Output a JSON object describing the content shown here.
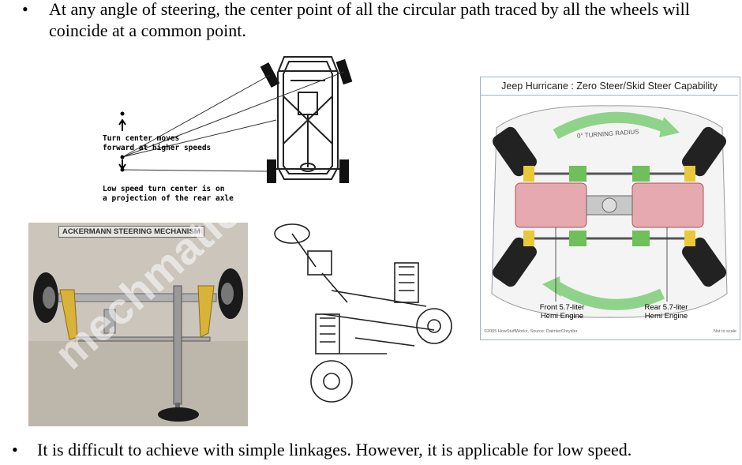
{
  "bullets": {
    "top": {
      "symbol": "•",
      "text": "At any angle of steering, the center point of all the circular path traced by all the wheels will coincide at a common point."
    },
    "bottom": {
      "symbol": "•",
      "text": "It is difficult to achieve with simple linkages. However, it is applicable for low speed."
    }
  },
  "chassis_figure": {
    "turn_center_label_1": "Turn center moves",
    "turn_center_label_2": "forward at higher speeds",
    "low_speed_label_1": "Low speed turn center is on",
    "low_speed_label_2": "a projection of the rear axle"
  },
  "ackermann_photo": {
    "title": "ACKERMANN STEERING MECHANISM",
    "watermark": "mechmatics"
  },
  "jeep_figure": {
    "title": "Jeep Hurricane : Zero Steer/Skid Steer Capability",
    "turning_radius": "0° TURNING RADIUS",
    "front_engine_1": "Front 5.7-liter",
    "front_engine_2": "Hemi Engine",
    "rear_engine_1": "Rear 5.7-liter",
    "rear_engine_2": "Hemi Engine",
    "credit": "©2005 HowStuffWorks, Source: DaimlerChrysler",
    "scale_note": "Not to scale"
  }
}
